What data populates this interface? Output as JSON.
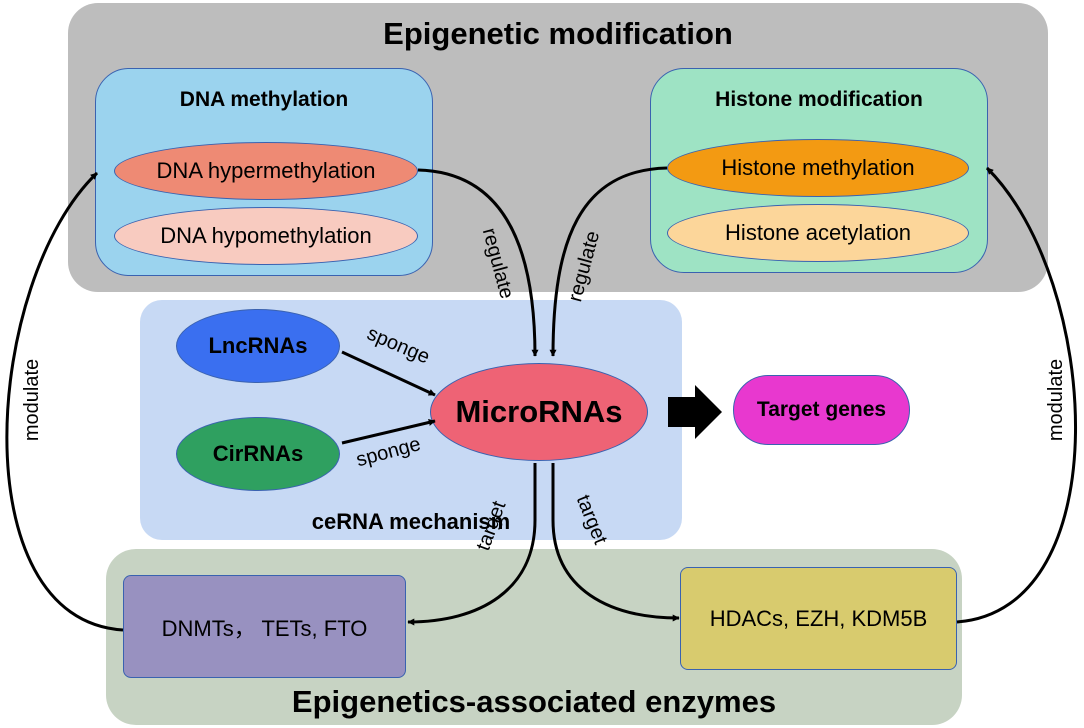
{
  "epigenetic_modification": {
    "title": "Epigenetic modification",
    "dna_methylation": {
      "title": "DNA methylation",
      "items": [
        "DNA hypermethylation",
        "DNA hypomethylation"
      ]
    },
    "histone_modification": {
      "title": "Histone modification",
      "items": [
        "Histone methylation",
        "Histone acetylation"
      ]
    }
  },
  "cerna": {
    "title": "ceRNA mechanism",
    "lncrnas": "LncRNAs",
    "cirrnas": "CirRNAs",
    "microrna": "MicroRNAs",
    "target_genes": "Target genes"
  },
  "enzymes": {
    "title": "Epigenetics-associated enzymes",
    "left": "DNMTs， TETs, FTO",
    "right": "HDACs, EZH, KDM5B"
  },
  "edge_labels": {
    "regulate_left": "regulate",
    "regulate_right": "regulate",
    "sponge_top": "sponge",
    "sponge_bottom": "sponge",
    "target_left": "target",
    "target_right": "target",
    "modulate_left": "modulate",
    "modulate_right": "modulate"
  },
  "colors": {
    "epigenetic_panel": "#bdbdbd",
    "dna_box": "#9bd3ee",
    "histone_box": "#9ee3c4",
    "hypermethylation": "#ee8a74",
    "hypomethylation": "#f8cbc0",
    "histone_methylation": "#f39a12",
    "histone_acetylation": "#fcd69a",
    "cerna_panel": "#c7d9f4",
    "lncrnas": "#3a6ff0",
    "cirrnas": "#2fa060",
    "microrna": "#ee6375",
    "target_genes": "#e838cf",
    "enzymes_panel": "#c7d3c3",
    "enzymes_left": "#9891c0",
    "enzymes_right": "#d8cb6e"
  }
}
